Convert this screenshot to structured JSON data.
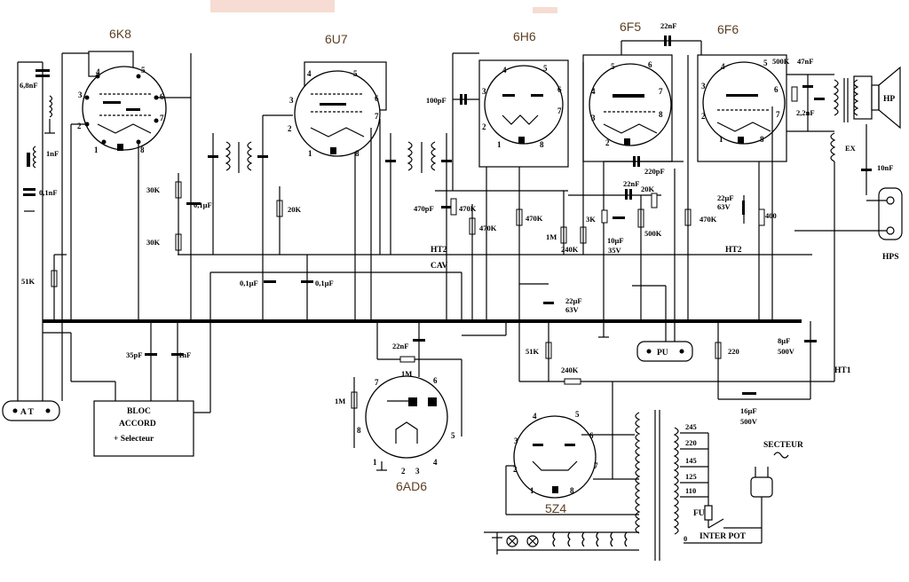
{
  "tubes": {
    "t1": "6K8",
    "t2": "6U7",
    "t3": "6H6",
    "t4": "6F5",
    "t5": "6F6",
    "t6": "6AD6",
    "t7": "5Z4"
  },
  "pins": [
    "1",
    "2",
    "3",
    "4",
    "5",
    "6",
    "7",
    "8"
  ],
  "components": {
    "c_68nf": "6,8nF",
    "c_1nf_a": "1nF",
    "c_01nf": "0,1nF",
    "r_51k": "51K",
    "c_35pf": "35pF",
    "c_1nf_b": "1nF",
    "r_30k_a": "30K",
    "c_01uf_a": "0,1µF",
    "r_30k_b": "30K",
    "r_20k_a": "20K",
    "c_01uf_b": "0,1µF",
    "c_01uf_c": "0,1µF",
    "c_100pf": "100pF",
    "c_470pf": "470pF",
    "r_470k_a": "470K",
    "r_470k_b": "470K",
    "r_470k_c": "470K",
    "r_1m_a": "1M",
    "r_3k": "3K",
    "r_240k_a": "240K",
    "c_22nf_top": "22nF",
    "c_220pf": "220pF",
    "c_22nf_mid": "22nF",
    "r_20k_b": "20K",
    "c_10uf": "10µF",
    "v_35v": "35V",
    "p_500k": "500K",
    "r_470k_d": "470K",
    "c_22uf_a": "22µF",
    "v_63v_a": "63V",
    "r_400": "400",
    "r_500k": "500K",
    "c_47nf": "47nF",
    "c_22nf_b": "2,2nF",
    "c_10nf": "10nF",
    "c_22uf_b": "22µF",
    "v_63v_b": "63V",
    "c_22nf_c": "22nF",
    "r_51k_b": "51K",
    "r_240k_b": "240K",
    "r_220": "220",
    "c_8uf": "8µF",
    "v_500v_a": "500V",
    "c_16uf": "16µF",
    "v_500v_b": "500V",
    "r_1m_b": "1M",
    "r_1m_c": "1M"
  },
  "nets": {
    "ht2_a": "HT2",
    "ht2_b": "HT2",
    "cav": "CAV",
    "ht1": "HT1"
  },
  "blocks": {
    "bloc_1": "BLOC",
    "bloc_2": "ACCORD",
    "bloc_3": "+ Selecteur",
    "antenna": "A   T",
    "pu": "PU",
    "hp": "HP",
    "ex": "EX",
    "hps": "HPS",
    "secteur": "SECTEUR",
    "fu": "FU",
    "inter_pot": "INTER POT"
  },
  "taps": [
    "245",
    "220",
    "145",
    "125",
    "110",
    "0"
  ]
}
